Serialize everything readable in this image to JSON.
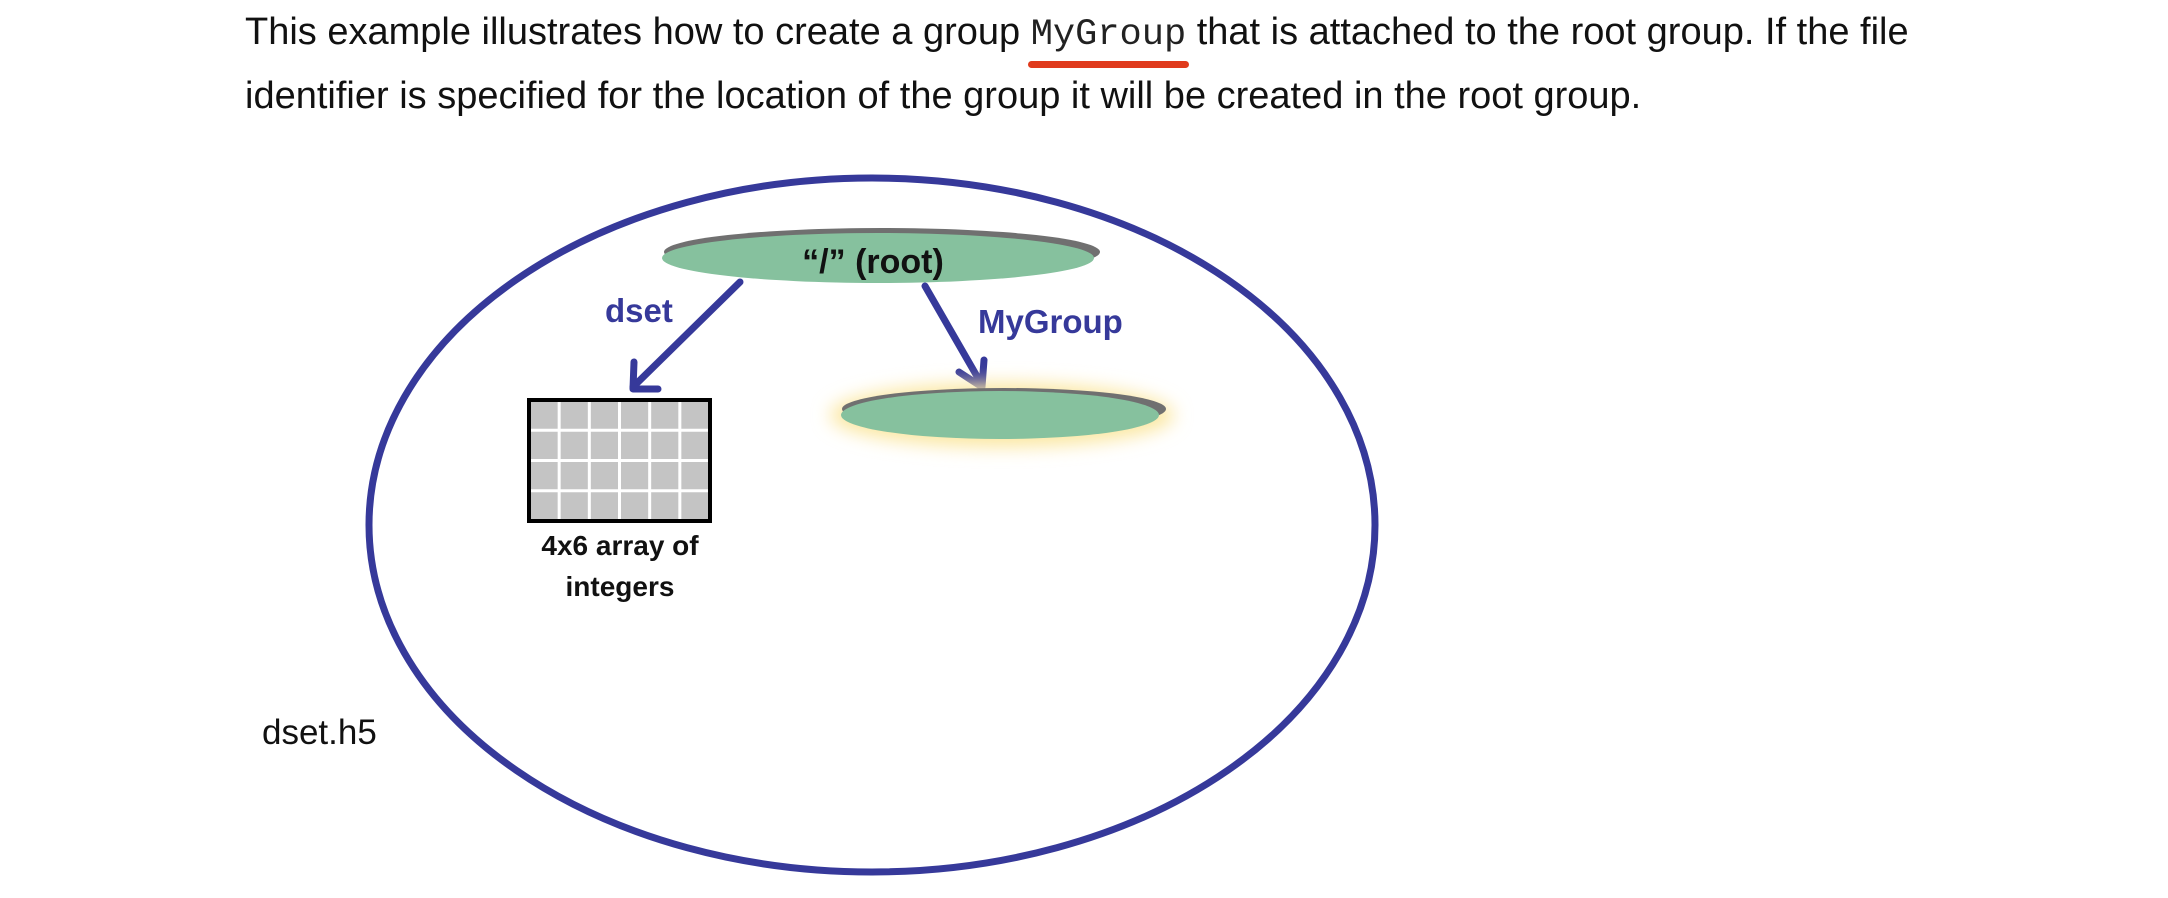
{
  "paragraph": {
    "before": "This example illustrates how to create a group ",
    "code": "MyGroup",
    "after": " that is attached to the root group. If the file identifier is specified for the location of the group it will be created in the root group."
  },
  "diagram": {
    "root_label": "“/”  (root)",
    "dset_edge_label": "dset",
    "mygroup_edge_label": "MyGroup",
    "dataset_caption_line1": "4x6 array of",
    "dataset_caption_line2": "integers",
    "file_label": "dset.h5",
    "array_rows": 4,
    "array_cols": 6,
    "colors": {
      "file_outline": "#36399a",
      "group_fill": "#86c19e",
      "group_shadow": "#707070",
      "group_glow": "#fbe7a1",
      "edge": "#36399a",
      "array_fill": "#c4c4c4",
      "spellcheck_underline": "#e03a1c"
    }
  }
}
